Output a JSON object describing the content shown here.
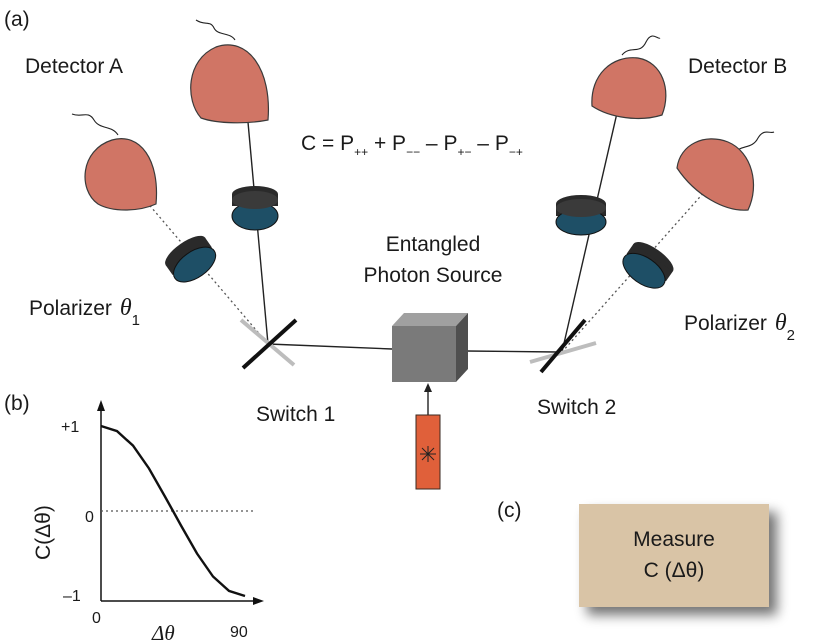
{
  "labels": {
    "panel_a": "(a)",
    "panel_b": "(b)",
    "panel_c": "(c)",
    "detector_a": "Detector A",
    "detector_b": "Detector B",
    "source_line1": "Entangled",
    "source_line2": "Photon Source",
    "polarizer_1": "Polarizer",
    "polarizer_1_symbol": "θ",
    "polarizer_1_sub": "1",
    "polarizer_2": "Polarizer",
    "polarizer_2_symbol": "θ",
    "polarizer_2_sub": "2",
    "switch_1": "Switch 1",
    "switch_2": "Switch 2"
  },
  "equation": {
    "lhs": "C = P",
    "sub1": "++",
    "plus": " + P",
    "sub2": "−−",
    "minus1": " – P",
    "sub3": "+−",
    "minus2": " – P",
    "sub4": "−+"
  },
  "measure": {
    "line1": "Measure",
    "line2": "C (Δθ)"
  },
  "colors": {
    "detector": "#d07565",
    "polarizer": "#1e4f66",
    "laser": "#e0603a",
    "source_box": "#7a7a7a",
    "measure_box": "#d9c4a6"
  },
  "chart_data": {
    "type": "line",
    "ylabel": "C(Δθ)",
    "xlabel": "Δθ",
    "x_ticks": [
      "0",
      "90"
    ],
    "y_ticks": [
      "+1",
      "0",
      "–1"
    ],
    "xlim": [
      0,
      90
    ],
    "ylim": [
      -1,
      1
    ],
    "x": [
      0,
      10,
      20,
      30,
      40,
      45,
      50,
      60,
      70,
      80,
      90
    ],
    "y": [
      1,
      0.94,
      0.77,
      0.5,
      0.17,
      0,
      -0.17,
      -0.5,
      -0.77,
      -0.94,
      -1
    ],
    "reference_line_y": 0
  }
}
